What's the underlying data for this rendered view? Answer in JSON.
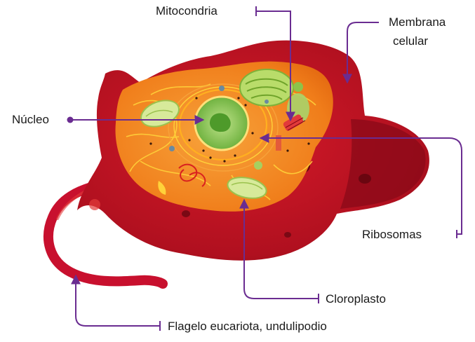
{
  "diagram": {
    "labels": {
      "mitocondria": "Mitocondria",
      "membrana_line1": "Membrana",
      "membrana_line2": "celular",
      "nucleo": "Núcleo",
      "ribosomas": "Ribosomas",
      "cloroplasto": "Cloroplasto",
      "flagelo": "Flagelo eucariota, undulipodio"
    },
    "colors": {
      "leader_line": "#6a2c91",
      "membrane": "#c8102e",
      "membrane_dark": "#8a0a18",
      "cytoplasm": "#f07d1a",
      "nucleus": "#8fce4a",
      "chloroplast": "#b9dc6a"
    }
  }
}
